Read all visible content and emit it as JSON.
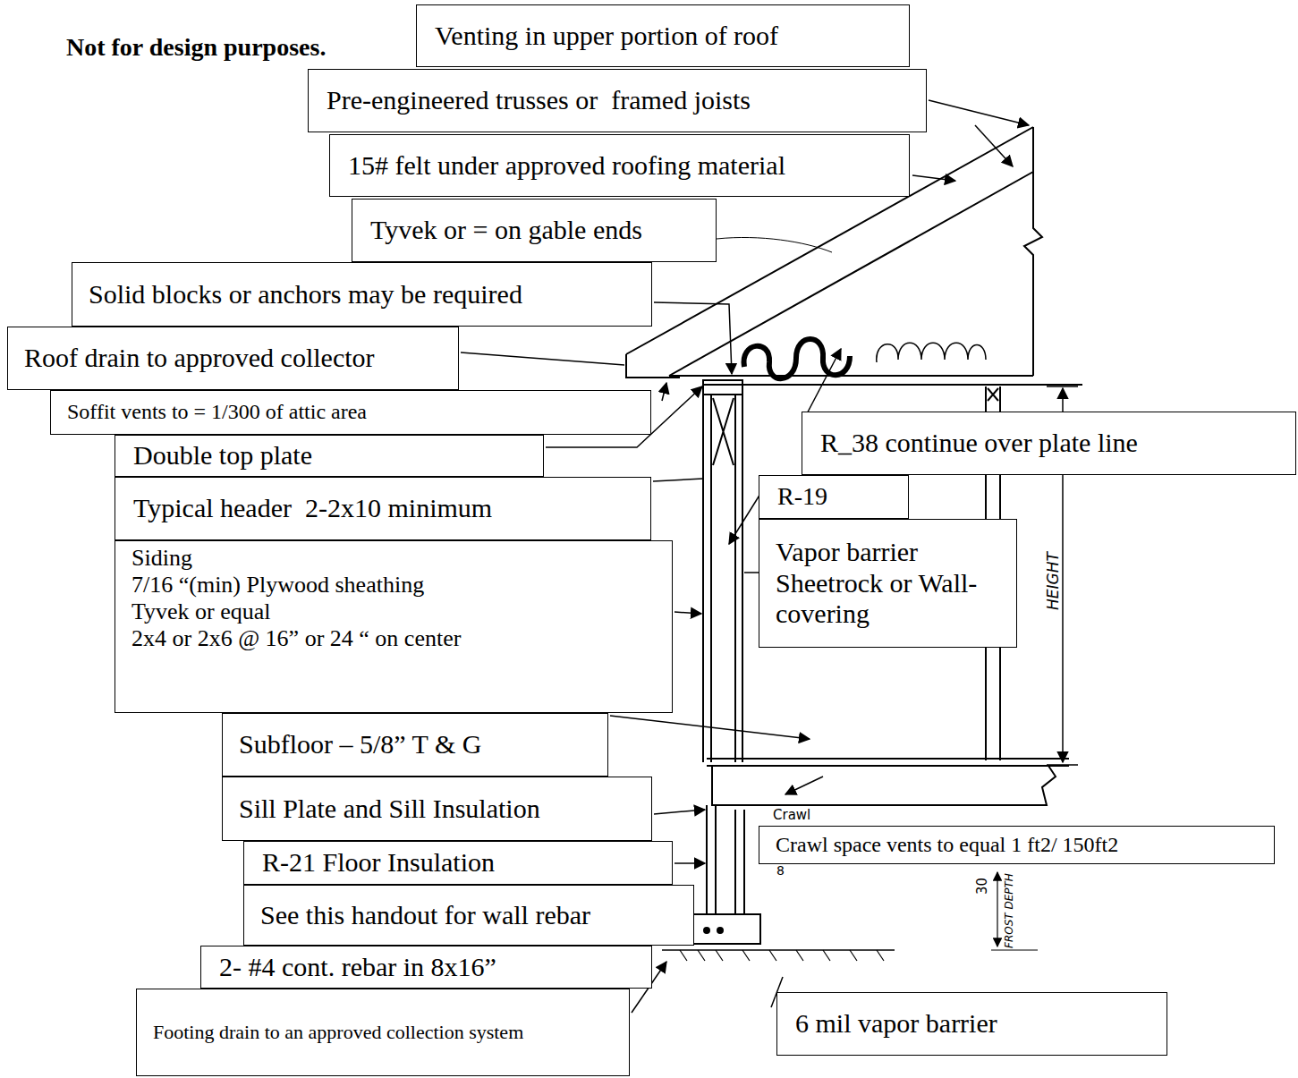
{
  "diagram": {
    "nodes": [
      {
        "text": [
          "Venting in upper portion of roof"
        ]
      },
      {
        "text": [
          "Pre-engineered trusses or  framed joists"
        ]
      },
      {
        "text": [
          "15# felt under approved roofing material"
        ]
      },
      {
        "text": [
          "Tyvek or = on gable ends"
        ]
      },
      {
        "text": [
          "Solid blocks or anchors may be required"
        ]
      },
      {
        "text": [
          "Roof drain to approved collector"
        ]
      },
      {
        "text": [
          "Soffit vents to = 1/300 of attic area"
        ]
      },
      {
        "text": [
          "Double top plate"
        ]
      },
      {
        "text": [
          "Typical header  2-2x10 minimum"
        ]
      },
      {
        "text": [
          "Siding",
          "7/16 “(min) Plywood sheathing",
          "Tyvek or equal",
          "2x4 or 2x6 @ 16” or 24 “ on center"
        ]
      },
      {
        "text": [
          "Subfloor – 5/8” T & G"
        ]
      },
      {
        "text": [
          "Sill Plate and Sill Insulation"
        ]
      },
      {
        "text": [
          "R-21 Floor Insulation"
        ]
      },
      {
        "text": [
          "See this handout for wall rebar"
        ]
      },
      {
        "text": [
          "2- #4 cont. rebar in 8x16”"
        ]
      },
      {
        "text": [
          "Footing drain to an approved collection system"
        ]
      },
      {
        "text": [
          "R_38 continue over plate line"
        ]
      },
      {
        "text": [
          "R-19"
        ]
      },
      {
        "text": [
          "Vapor barrier",
          "Sheetrock or Wall-covering"
        ]
      },
      {
        "text": [
          "Crawl space vents to equal 1 ft2/ 150ft2"
        ]
      },
      {
        "text": [
          "6 mil vapor barrier"
        ]
      }
    ],
    "labels": [
      "Not for design purposes.",
      "HEIGHT",
      "30",
      "FROST DEPTH",
      "8",
      "Crawl"
    ]
  }
}
